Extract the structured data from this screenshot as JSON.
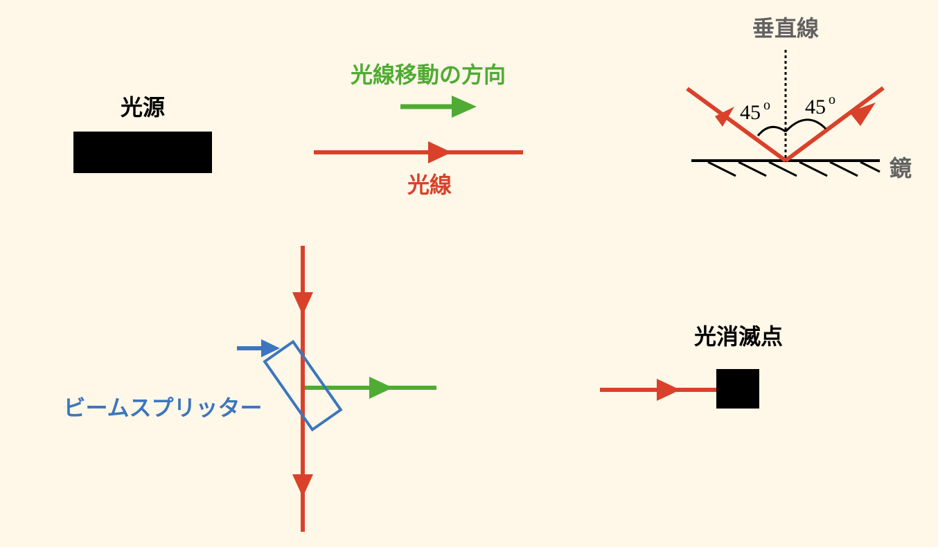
{
  "legend": {
    "light_source_label": "光源",
    "direction_label": "光線移動の方向",
    "ray_label": "光線",
    "perpendicular_label": "垂直線",
    "mirror_label": "鏡",
    "incident_angle": "45",
    "reflected_angle": "45",
    "angle_unit": "o",
    "beam_splitter_label": "ビームスプリッター",
    "light_sink_label": "光消滅点"
  },
  "colors": {
    "background": "#fff7e8",
    "ray": "#d9412b",
    "direction": "#4fab33",
    "splitter": "#3b76bf",
    "label_gray": "#616161",
    "black": "#000000"
  }
}
